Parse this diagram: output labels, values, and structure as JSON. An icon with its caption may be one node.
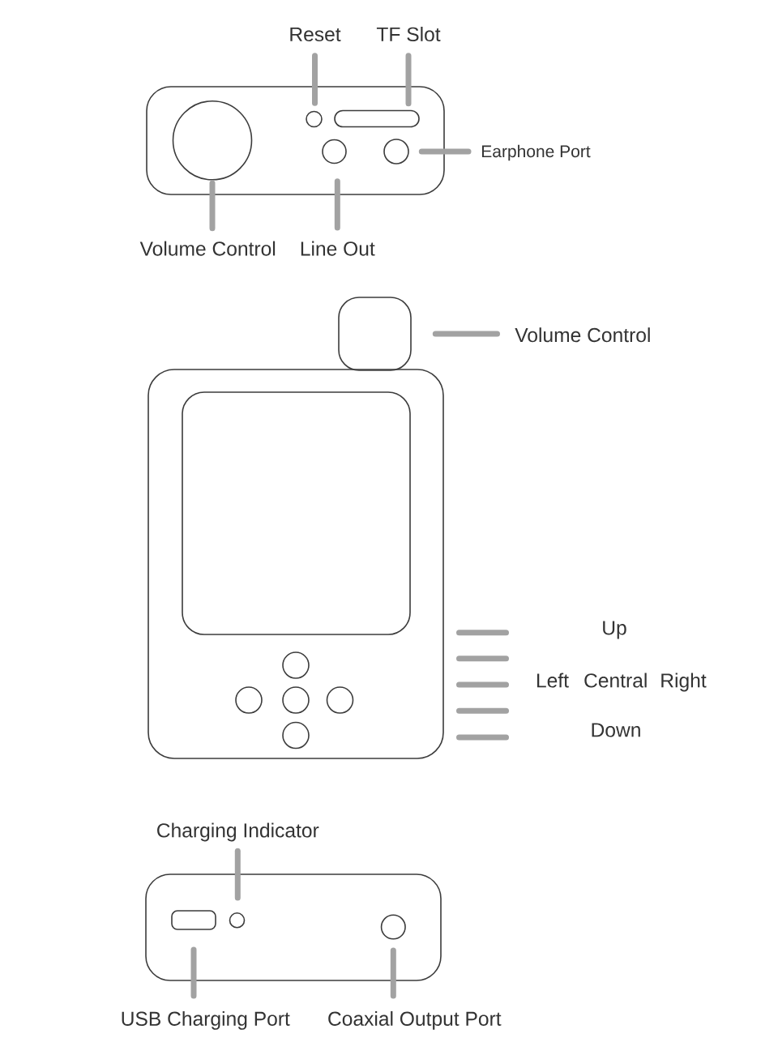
{
  "diagram": {
    "nodes": [
      {
        "text": [
          "Reset"
        ]
      },
      {
        "text": [
          "TF Slot"
        ]
      },
      {
        "text": [],
        "shape": "box"
      },
      {
        "text": [],
        "shape": "circle",
        "in": 2
      },
      {
        "text": [],
        "shape": "circle",
        "in": 2
      },
      {
        "text": [],
        "shape": "box",
        "in": 2
      },
      {
        "text": [],
        "shape": "circle",
        "in": 2
      },
      {
        "text": [],
        "shape": "circle",
        "in": 2
      },
      {
        "text": [
          "Earphone Port"
        ]
      },
      {
        "text": [
          "Volume Control"
        ]
      },
      {
        "text": [
          "Line Out"
        ]
      },
      {
        "text": [],
        "shape": "box"
      },
      {
        "text": [
          "Volume Control"
        ]
      },
      {
        "text": [],
        "shape": "box"
      },
      {
        "text": [],
        "shape": "box",
        "in": 13
      },
      {
        "text": [],
        "shape": "circle",
        "in": 13
      },
      {
        "text": [],
        "shape": "circle",
        "in": 13
      },
      {
        "text": [],
        "shape": "circle",
        "in": 13
      },
      {
        "text": [],
        "shape": "circle",
        "in": 13
      },
      {
        "text": [],
        "shape": "circle",
        "in": 13
      },
      {
        "text": [
          "Charging Indicator"
        ]
      },
      {
        "text": [],
        "shape": "box"
      },
      {
        "text": [],
        "shape": "box",
        "in": 21
      },
      {
        "text": [],
        "shape": "circle",
        "in": 21
      },
      {
        "text": [],
        "shape": "circle",
        "in": 21
      },
      {
        "text": [
          "USB Charging Port"
        ]
      },
      {
        "text": [
          "Coaxial Output Port"
        ]
      }
    ],
    "edges": [
      {
        "from": 0,
        "to": 4,
        "arrow": "none"
      },
      {
        "from": 1,
        "to": 5,
        "arrow": "none"
      },
      {
        "from": 8,
        "to": 7,
        "arrow": "none"
      },
      {
        "from": 9,
        "to": 3,
        "arrow": "none"
      },
      {
        "from": 10,
        "to": 6,
        "arrow": "none"
      },
      {
        "from": 12,
        "to": 11,
        "arrow": "none"
      },
      {
        "from": 20,
        "to": 23,
        "arrow": "none"
      },
      {
        "from": 25,
        "to": 22,
        "arrow": "none"
      },
      {
        "from": 26,
        "to": 24,
        "arrow": "none"
      }
    ],
    "labels": [
      "Up",
      "Left",
      "Central",
      "Right",
      "Down"
    ]
  }
}
